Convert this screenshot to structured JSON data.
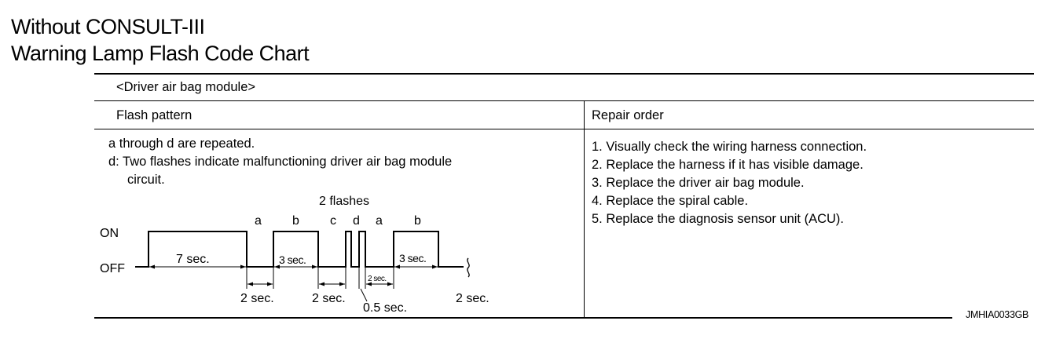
{
  "heading": {
    "line1": "Without CONSULT-III",
    "line2": "Warning Lamp Flash Code Chart"
  },
  "table": {
    "section_label": "<Driver air bag module>",
    "col_flash_pattern": "Flash pattern",
    "col_repair_order": "Repair order",
    "description": {
      "line1": "a through d are repeated.",
      "line2": "d: Two flashes indicate malfunctioning driver air bag module",
      "line3": "circuit."
    },
    "repair_steps": [
      "1. Visually check the wiring harness connection.",
      "2. Replace the harness if it has visible damage.",
      "3. Replace the driver air bag module.",
      "4. Replace the spiral cable.",
      "5. Replace the diagnosis sensor unit (ACU)."
    ]
  },
  "diagram": {
    "on_label": "ON",
    "off_label": "OFF",
    "two_flashes": "2 flashes",
    "seg_a1": "a",
    "seg_b1": "b",
    "seg_c": "c",
    "seg_d": "d",
    "seg_a2": "a",
    "seg_b2": "b",
    "seven_sec": "7 sec.",
    "three_sec_1": "3 sec.",
    "three_sec_2": "3 sec.",
    "two_sec_small": "2 sec.",
    "two_sec_a": "2 sec.",
    "two_sec_b": "2 sec.",
    "half_sec": "0.5 sec.",
    "two_sec_c": "2 sec."
  },
  "figure_ref": "JMHIA0033GB"
}
